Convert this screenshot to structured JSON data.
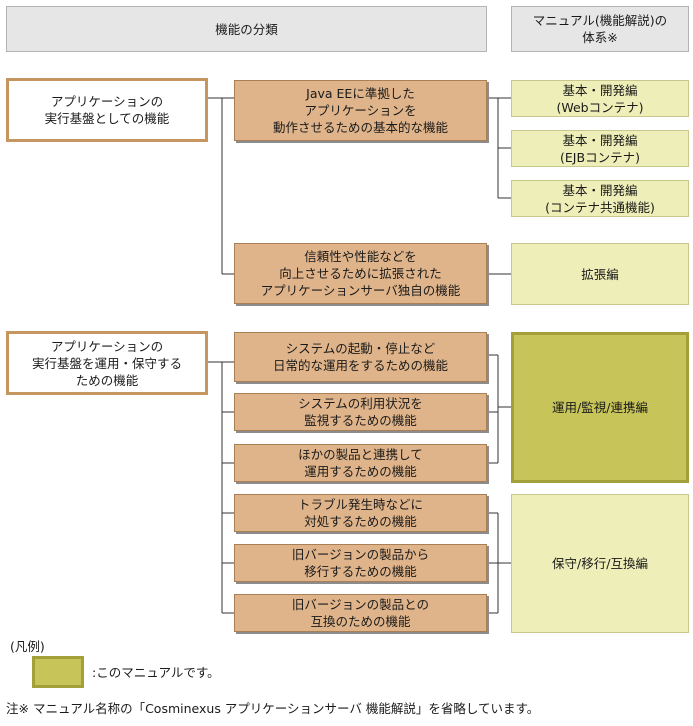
{
  "headers": {
    "functions": "機能の分類",
    "manual": "マニュアル(機能解説)の\n体系※"
  },
  "categories": [
    {
      "label": "アプリケーションの\n実行基盤としての機能"
    },
    {
      "label": "アプリケーションの\n実行基盤を運用・保守する\nための機能"
    }
  ],
  "functions": [
    {
      "label": "Java EEに準拠した\nアプリケーションを\n動作させるための基本的な機能"
    },
    {
      "label": "信頼性や性能などを\n向上させるために拡張された\nアプリケーションサーバ独自の機能"
    },
    {
      "label": "システムの起動・停止など\n日常的な運用をするための機能"
    },
    {
      "label": "システムの利用状況を\n監視するための機能"
    },
    {
      "label": "ほかの製品と連携して\n運用するための機能"
    },
    {
      "label": "トラブル発生時などに\n対処するための機能"
    },
    {
      "label": "旧バージョンの製品から\n移行するための機能"
    },
    {
      "label": "旧バージョンの製品との\n互換のための機能"
    }
  ],
  "manuals": [
    {
      "label": "基本・開発編\n(Webコンテナ)"
    },
    {
      "label": "基本・開発編\n(EJBコンテナ)"
    },
    {
      "label": "基本・開発編\n(コンテナ共通機能)"
    },
    {
      "label": "拡張編"
    },
    {
      "label": "運用/監視/連携編"
    },
    {
      "label": "保守/移行/互換編"
    }
  ],
  "legend": {
    "title": "(凡例)",
    "description": ":このマニュアルです。"
  },
  "footnote": "注※ マニュアル名称の「Cosminexus アプリケーションサーバ 機能解説」を省略しています。",
  "colors": {
    "header_fill": "#e6e6e6",
    "category_border": "#c69661",
    "function_fill": "#e0b48a",
    "manual_fill": "#eeeeb8",
    "this_manual_fill": "#c7c45a"
  }
}
